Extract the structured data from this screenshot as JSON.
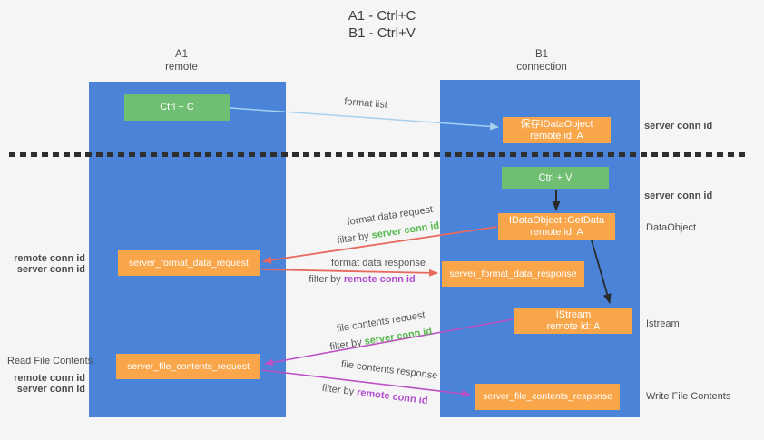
{
  "title": {
    "line1": "A1 - Ctrl+C",
    "line2": "B1 - Ctrl+V"
  },
  "lanes": {
    "a1": {
      "name": "A1",
      "role": "remote"
    },
    "b1": {
      "name": "B1",
      "role": "connection"
    }
  },
  "nodes": {
    "ctrl_c": {
      "label": "Ctrl + C"
    },
    "ctrl_v": {
      "label": "Ctrl + V"
    },
    "save_dataobject": {
      "title": "保存IDataObject",
      "subtitle": "remote id: A"
    },
    "getdata": {
      "title": "IDataObject::GetData",
      "subtitle": "remote id: A"
    },
    "istream": {
      "title": "IStream",
      "subtitle": "remote id: A"
    },
    "format_request": {
      "label": "server_format_data_request"
    },
    "format_response": {
      "label": "server_format_data_response"
    },
    "file_request": {
      "label": "server_file_contents_request"
    },
    "file_response": {
      "label": "server_file_contents_response"
    }
  },
  "edges": {
    "format_list": {
      "label": "format list"
    },
    "format_data_request": {
      "label": "format data request"
    },
    "format_data_response": {
      "label": "format data response"
    },
    "file_contents_request": {
      "label": "file contents request"
    },
    "file_contents_response": {
      "label": "file contents response"
    }
  },
  "labels": {
    "filter_by": "filter by",
    "server_conn_id": "server conn id",
    "remote_conn_id": "remote conn id"
  },
  "annotations": {
    "dataobject": "DataObject",
    "istream": "Istream",
    "read_file_contents": "Read File Contents",
    "write_file_contents": "Write File Contents"
  },
  "colors": {
    "background": "#f5f5f5",
    "lane_blue": "#4a83d8",
    "node_orange": "#f9a64b",
    "action_green": "#6fbe72",
    "arrow_light_blue": "#a6d2f0",
    "arrow_red": "#e8695f",
    "arrow_magenta": "#bd52c4",
    "arrow_black": "#2b2b2b",
    "text_green": "#58b84f",
    "text_purple": "#b04fcd",
    "text_gray": "#575757"
  }
}
